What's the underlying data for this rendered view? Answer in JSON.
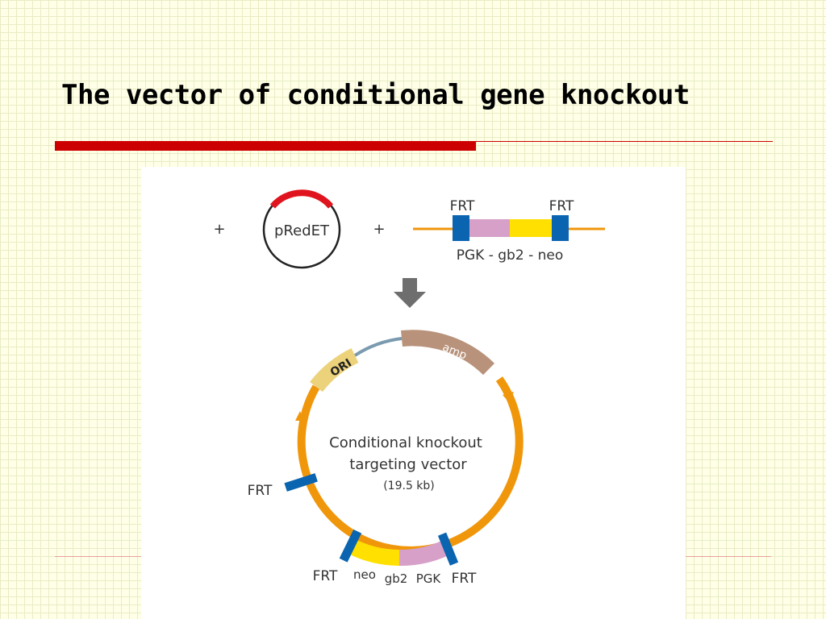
{
  "slide": {
    "title": "The vector of conditional gene knockout"
  },
  "diagram": {
    "top_row": {
      "plus_left": "+",
      "plasmid_label": "pRedET",
      "plus_right": "+",
      "frt_left": "FRT",
      "frt_right": "FRT",
      "cassette_label": "PGK - gb2 - neo"
    },
    "vector": {
      "title_line1": "Conditional knockout",
      "title_line2": "targeting vector",
      "size": "(19.5 kb)",
      "ori_label": "ORI",
      "amp_label": "amp",
      "frt_left": "FRT",
      "frt_bottom_left": "FRT",
      "neo": "neo",
      "gb2": "gb2",
      "pgk": "PGK",
      "frt_bottom_right": "FRT"
    },
    "colors": {
      "backbone_orange": "#f0960a",
      "frt_blue": "#0a64b0",
      "pgk_pink": "#d6a0c8",
      "neo_yellow": "#ffe000",
      "ori_yellow": "#ecd27a",
      "amp_brown": "#b8927a",
      "red_arc": "#e0141e",
      "arrow_gray": "#6e6e6e",
      "title_rule_red": "#cc0000"
    }
  }
}
